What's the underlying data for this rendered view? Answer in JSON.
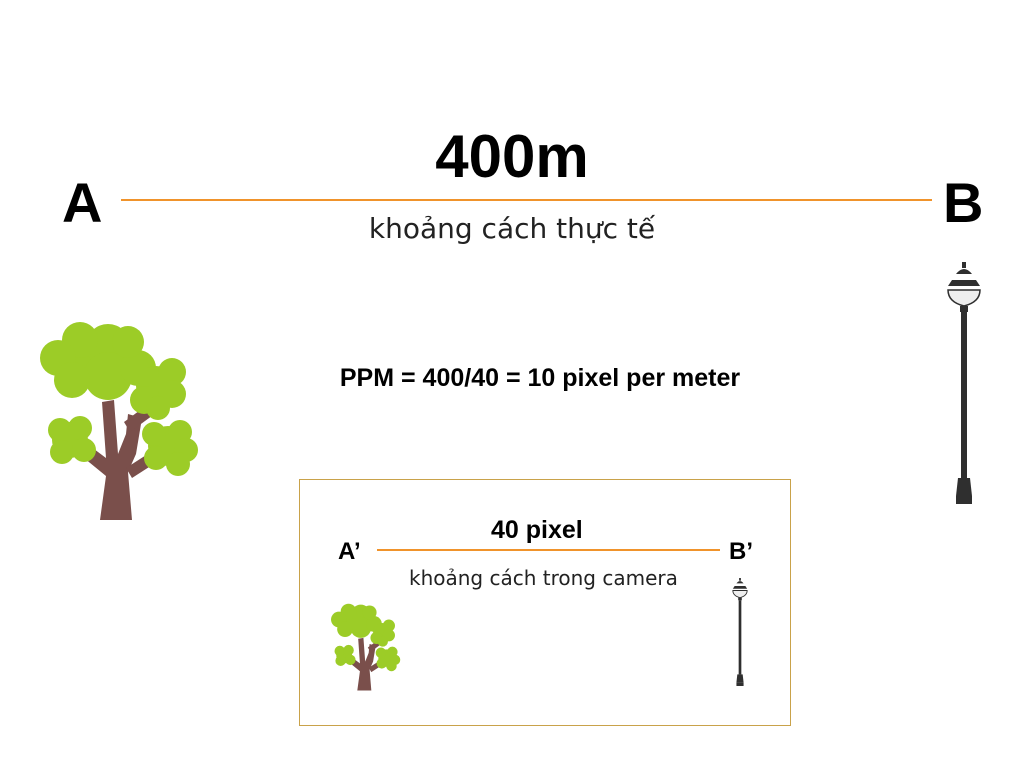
{
  "real": {
    "distance": "400m",
    "point_a": "A",
    "point_b": "B",
    "caption": "khoảng cách thực tế"
  },
  "formula": "PPM = 400/40 = 10 pixel per meter",
  "camera": {
    "distance": "40 pixel",
    "point_a": "A’",
    "point_b": "B’",
    "caption": "khoảng cách trong camera"
  },
  "colors": {
    "line": "#f0932b",
    "frame": "#c9a24a",
    "foliage": "#9ccc27",
    "trunk": "#7a4f4b",
    "lamp": "#2f2f2f"
  },
  "icons": [
    "tree-icon",
    "street-lamp-icon",
    "tree-icon",
    "street-lamp-icon"
  ]
}
